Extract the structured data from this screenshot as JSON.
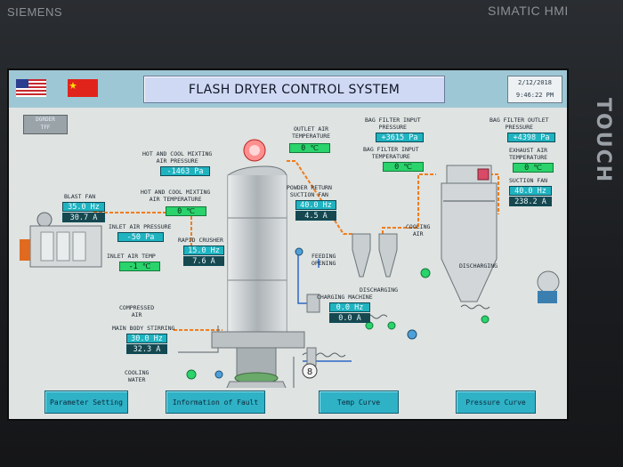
{
  "brand": {
    "left": "SIEMENS",
    "right": "SIMATIC HMI",
    "touch": "TOUCH"
  },
  "header": {
    "title": "FLASH DRYER CONTROL SYSTEM",
    "date": "2/12/2018",
    "time": "9:46:22 PM",
    "code_lines": [
      "DGRDER",
      "TFF"
    ]
  },
  "labels": {
    "outlet_air_temperature": "OUTLET AIR\nTEMPERATURE",
    "hot_cool_mixing_air_pressure": "HOT AND COOL MIXTING\nAIR PRESSURE",
    "hot_cool_mixing_air_temperature": "HOT AND COOL MIXTING\nAIR TEMPERATURE",
    "blast_fan": "BLAST FAN",
    "inlet_air_pressure": "INLET AIR PRESSURE",
    "inlet_air_temp": "INLET AIR TEMP",
    "rapid_crusher": "RAPID CRUSHER",
    "compressed_air": "COMPRESSED\nAIR",
    "main_body_stirring": "MAIN BODY STIRRING",
    "cooling_water": "COOLING\nWATER",
    "powder_return_suction_fan": "POWDER RETURN\nSUCTION FAN",
    "feeding_opening": "FEEDING\nOPENING",
    "charging_machine": "CHARGING MACHINE",
    "bag_filter_input_pressure": "BAG FILTER INPUT\nPRESSURE",
    "bag_filter_input_temperature": "BAG FILTER INPUT\nTEMPERATURE",
    "cooling_air": "COOLING\nAIR",
    "discharging_1": "DISCHARGING",
    "discharging_2": "DISCHARGING",
    "bag_filter_outlet_pressure": "BAG FILTER OUTLET\nPRESSURE",
    "exhaust_air_temperature": "EXHAUST AIR\nTEMPERATURE",
    "suction_fan": "SUCTION FAN"
  },
  "values": {
    "outlet_air_temperature": "0 ℃",
    "hot_cool_mixing_air_pressure": "-1463 Pa",
    "hot_cool_mixing_air_temperature": "0 ℃",
    "blast_fan_hz": "35.0 Hz",
    "blast_fan_a": "30.7 A",
    "inlet_air_pressure": "-50 Pa",
    "inlet_air_temp": "-1 ℃",
    "rapid_crusher_hz": "15.0 Hz",
    "rapid_crusher_a": "7.6 A",
    "main_body_stirring_hz": "30.0 Hz",
    "main_body_stirring_a": "32.3 A",
    "powder_return_hz": "40.0 Hz",
    "powder_return_a": "4.5 A",
    "charging_hz": "0.0 Hz",
    "charging_a": "0.0 A",
    "bag_filter_input_pressure": "+3615 Pa",
    "bag_filter_input_temperature": "0 ℃",
    "bag_filter_outlet_pressure": "+4398 Pa",
    "exhaust_air_temperature": "0 ℃",
    "suction_fan_hz": "40.0 Hz",
    "suction_fan_a": "238.2 A"
  },
  "buttons": {
    "parameter_setting": "Parameter Setting",
    "fault_info": "Information of Fault",
    "temp_curve": "Temp Curve",
    "pressure_curve": "Pressure Curve"
  },
  "colors": {
    "panel_bg": "#dfe3e1",
    "title_strip": "#9ec7d5",
    "value_cyan": "#1fb3c0",
    "value_green": "#2ad36b",
    "duct_orange": "#f07d1e",
    "button": "#2fb1c6"
  }
}
